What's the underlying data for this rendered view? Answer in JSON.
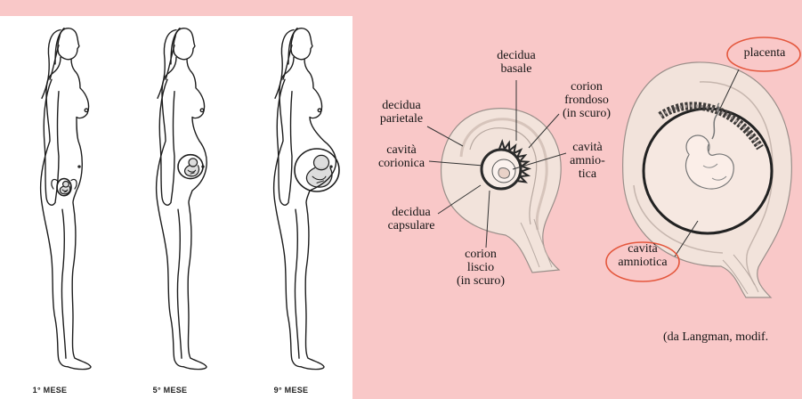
{
  "left_panel": {
    "stages": [
      {
        "label": "1° MESE"
      },
      {
        "label": "5° MESE"
      },
      {
        "label": "9° MESE"
      }
    ]
  },
  "diagram": {
    "decidua_basale": [
      "decidua",
      "basale"
    ],
    "corion_frondoso": [
      "corion",
      "frondoso",
      "(in scuro)"
    ],
    "decidua_parietale": [
      "decidua",
      "parietale"
    ],
    "cavita_corionica": [
      "cavità",
      "corionica"
    ],
    "cavita_amniotica_early": [
      "cavità",
      "amnio-",
      "tica"
    ],
    "decidua_capsulare": [
      "decidua",
      "capsulare"
    ],
    "corion_liscio": [
      "corion",
      "liscio",
      "(in scuro)"
    ],
    "placenta": "placenta",
    "cavita_amniotica_late": [
      "cavità",
      "amniotica"
    ]
  },
  "credit": "(da Langman, modif.",
  "colors": {
    "background": "#f9c8c8",
    "panel": "#ffffff",
    "tissue": "#f2e3db",
    "highlight_ring": "#e4573d",
    "line": "#333333"
  }
}
